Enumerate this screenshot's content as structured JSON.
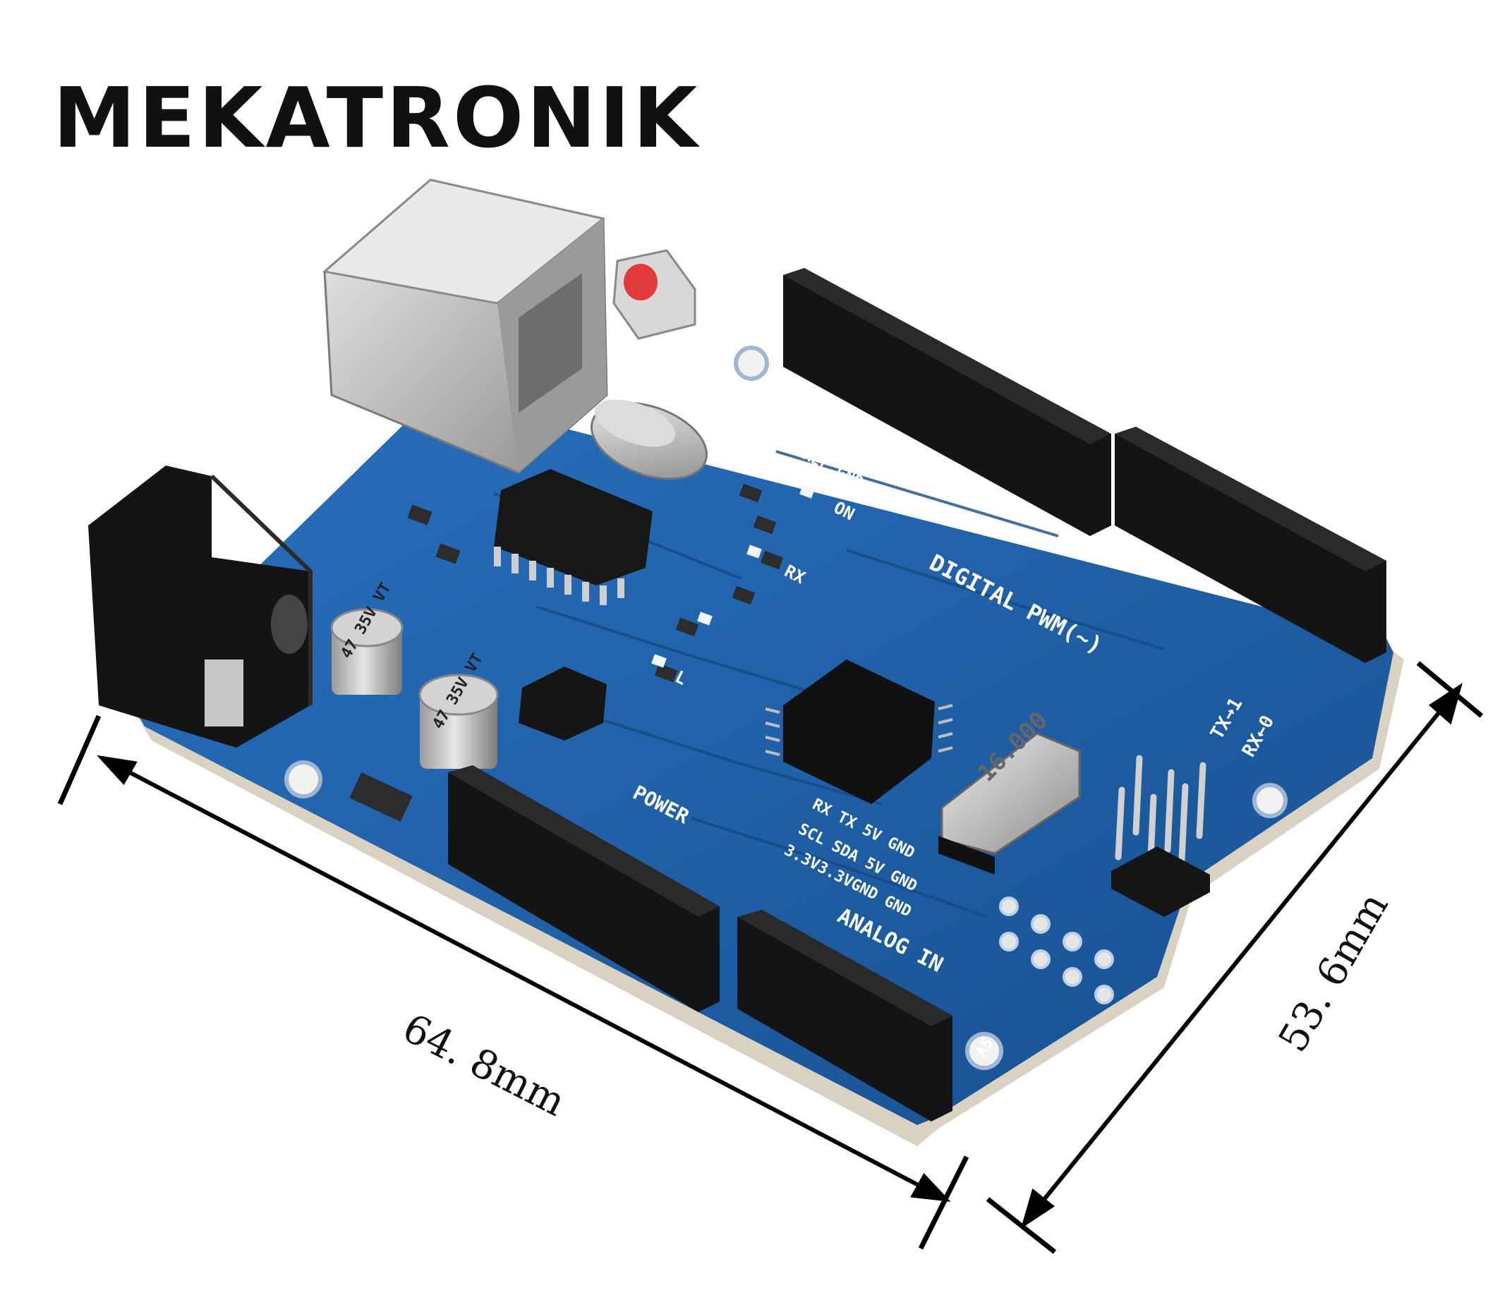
{
  "brand": {
    "logo_text": "MEKATRONIK"
  },
  "dimensions": {
    "width_label": "64. 8mm",
    "height_label": "53. 6mm"
  },
  "board_labels": {
    "digital": "DIGITAL PWM(~)",
    "power": "POWER",
    "analog": "ANALOG IN",
    "crystal": "16.000",
    "tx": "TX→1",
    "rx": "RX←0",
    "cap1": "47 35V VT",
    "cap2": "47 35V VT",
    "on": "ON",
    "led_rx": "RX",
    "led_l": "L",
    "scl_sda": "SCL SDA AREF GND",
    "rx_tx": "RX   TX   5V  GND",
    "scl_sda2": "SCL SDA 5V  GND",
    "v33": "3.3V3.3VGND GND",
    "a5": "A5"
  },
  "colors": {
    "pcb": "#1f5fa6",
    "pcb_dark": "#15467f",
    "header": "#141414",
    "metal": "#c9c9c9"
  }
}
